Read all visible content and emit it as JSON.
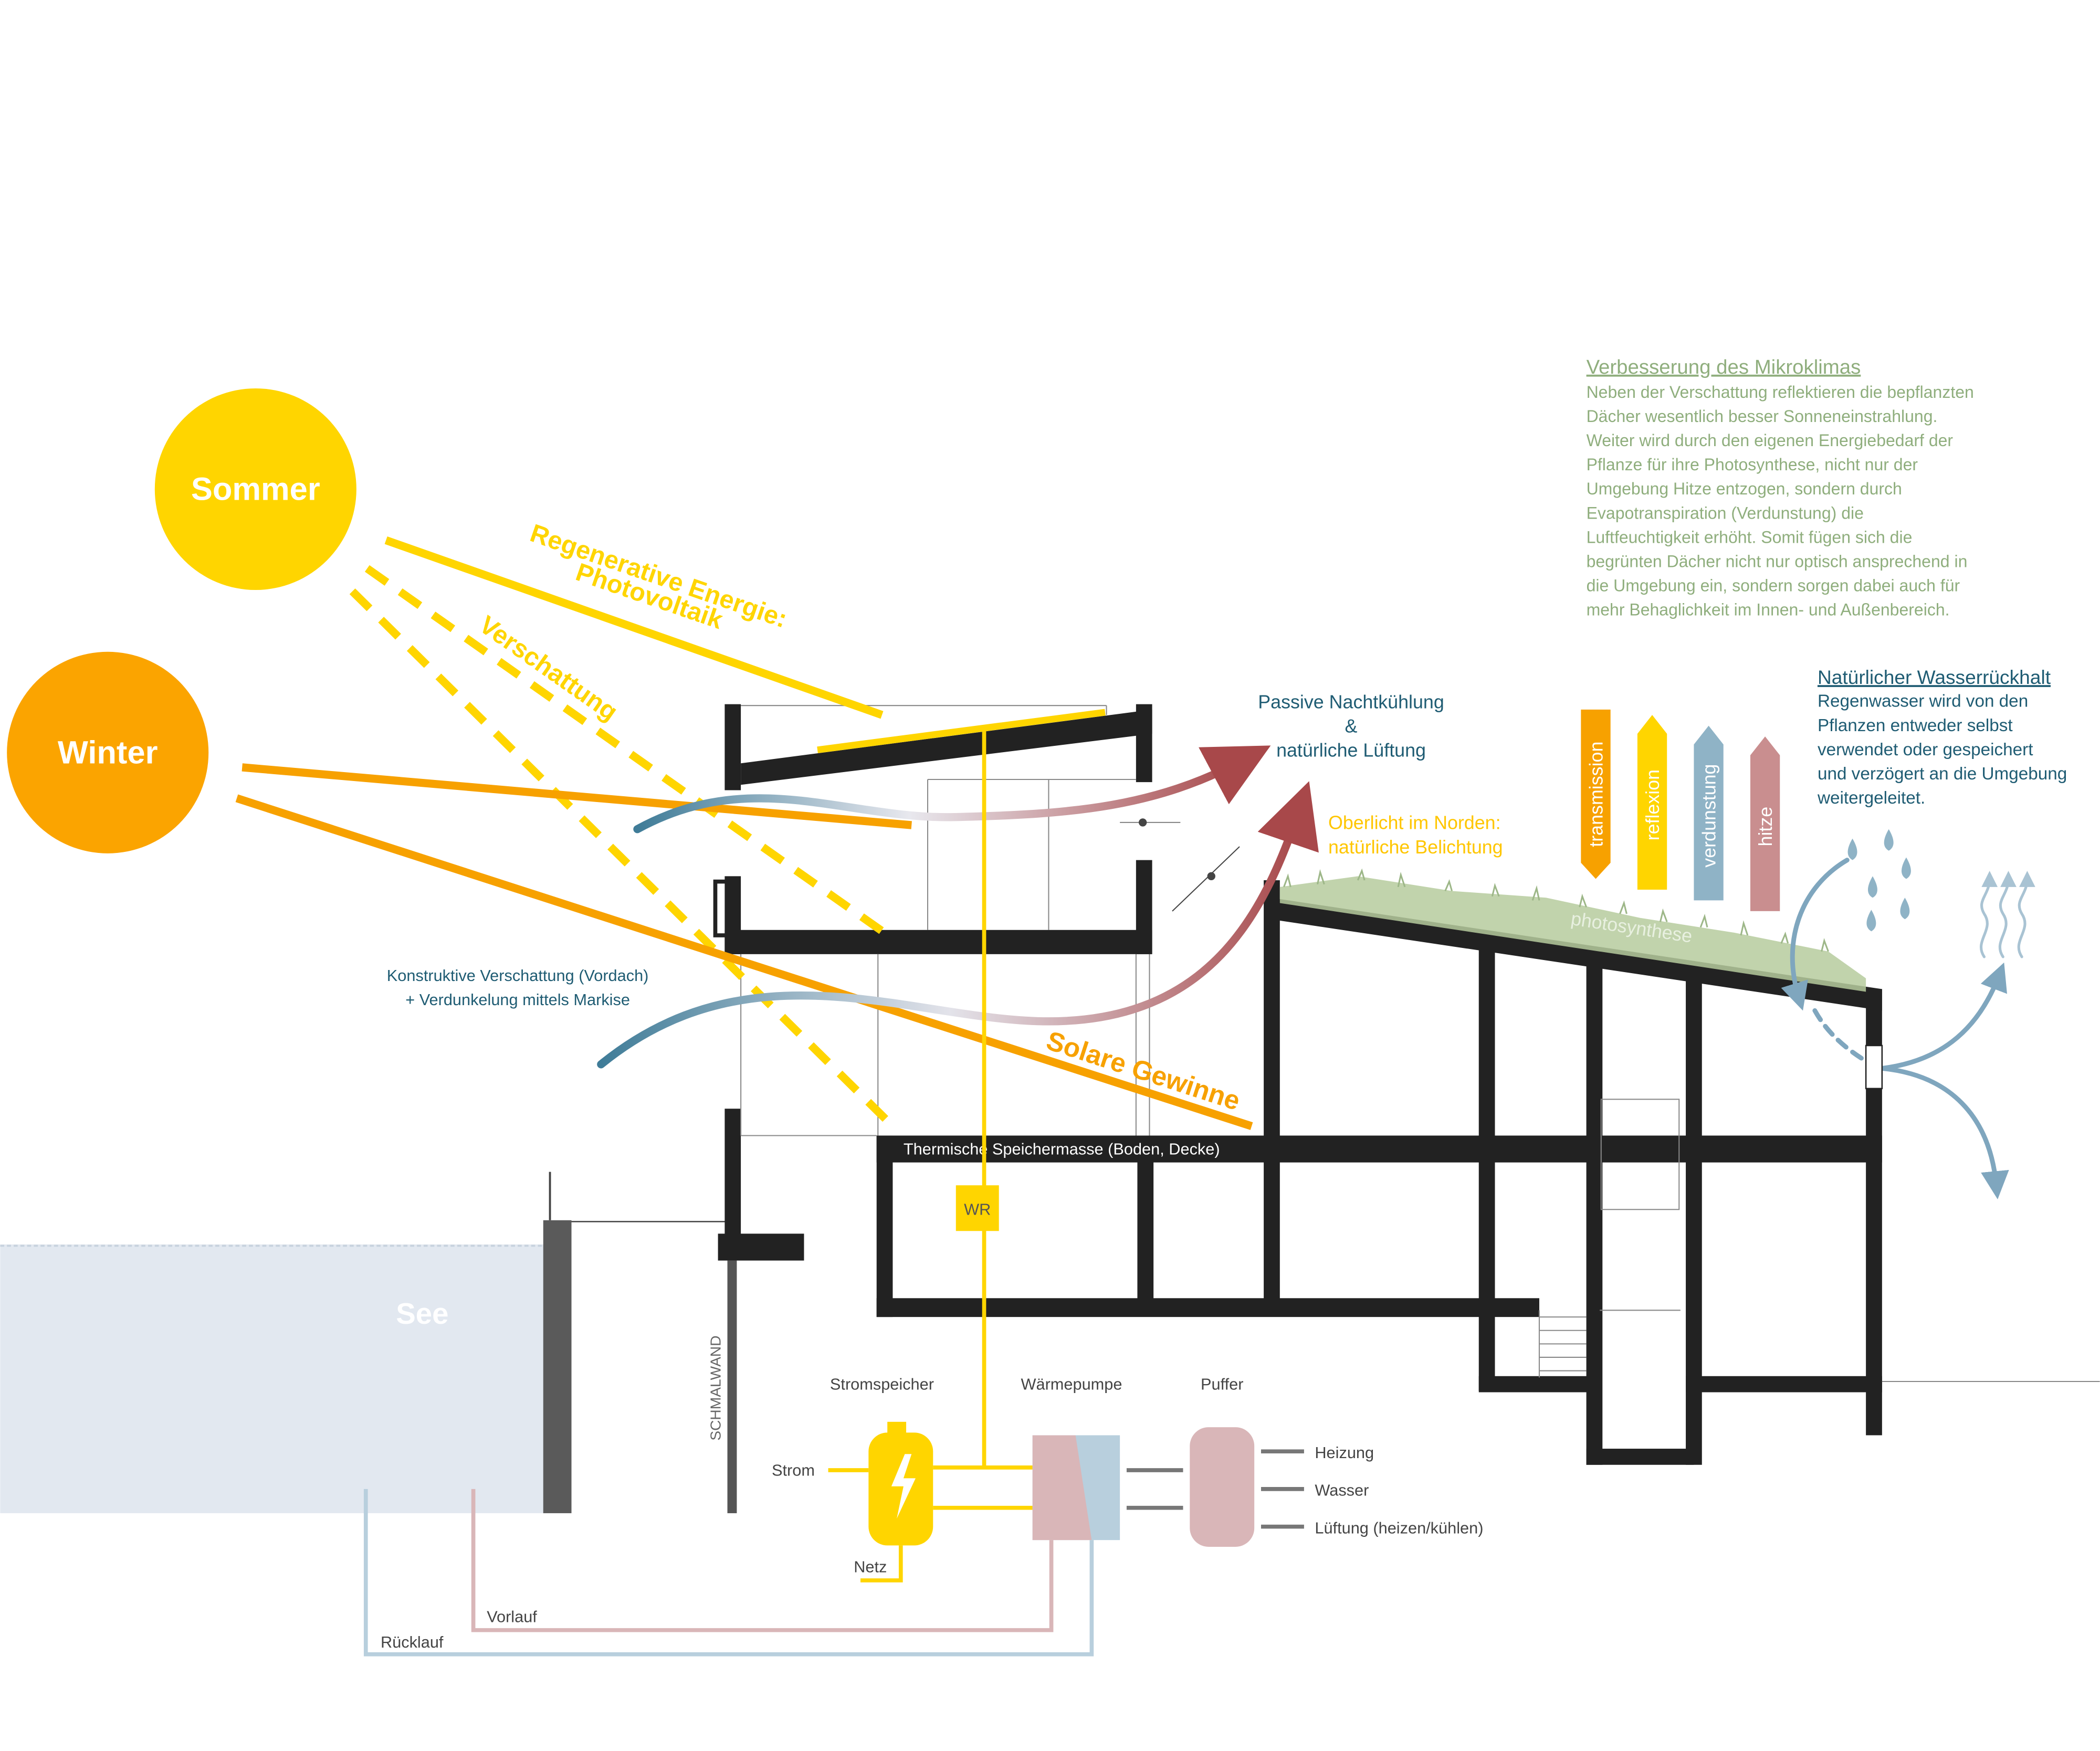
{
  "colors": {
    "sun_summer": "#FFD500",
    "sun_winter": "#FBA400",
    "ray_yellow": "#FFD500",
    "ray_orange": "#F7A100",
    "structure": "#222222",
    "water": "#E2E8F0",
    "teal_text": "#1F5C73",
    "green_text": "#8FAE7D",
    "cool_blue": "#6E9AB3",
    "warm_red": "#A8484A",
    "pink": "#D9B6B8",
    "light_blue": "#B8CFDD",
    "grey": "#555555",
    "grass": "#B6CB9E"
  },
  "suns": {
    "summer": "Sommer",
    "winter": "Winter"
  },
  "rays": {
    "pv_line1": "Regenerative Energie:",
    "pv_line2": "Photovoltaik",
    "shading": "Verschattung",
    "solar_gains": "Solare Gewinne"
  },
  "labels": {
    "night_cooling_1": "Passive Nachtkühlung",
    "night_cooling_amp": "&",
    "night_cooling_2": "natürliche Lüftung",
    "skylight_1": "Oberlicht im Norden:",
    "skylight_2": "natürliche Belichtung",
    "canopy_1": "Konstruktive Verschattung (Vordach)",
    "canopy_2": "+ Verdunkelung mittels Markise",
    "thermal_mass": "Thermische Speichermasse (Boden, Decke)",
    "inverter": "WR",
    "lake": "See",
    "sheet_pile": "SCHMALWAND",
    "photosynthesis": "photosynthese"
  },
  "microclimate": {
    "title": "Verbesserung des Mikroklimas",
    "lines": [
      "Neben der Verschattung reflektieren die bepflanzten",
      "Dächer wesentlich besser Sonneneinstrahlung.",
      "Weiter wird durch den eigenen Energiebedarf der",
      "Pflanze für ihre Photosynthese, nicht nur der",
      "Umgebung Hitze entzogen, sondern durch",
      "Evapotranspiration (Verdunstung) die",
      "Luftfeuchtigkeit erhöht. Somit fügen sich die",
      "begrünten Dächer nicht nur optisch ansprechend in",
      "die Umgebung ein, sondern sorgen dabei auch für",
      "mehr Behaglichkeit im Innen- und Außenbereich."
    ]
  },
  "water_retention": {
    "title": "Natürlicher Wasserrückhalt",
    "lines": [
      "Regenwasser wird von den",
      "Pflanzen entweder selbst",
      "verwendet oder gespeichert",
      "und verzögert an die Umgebung",
      "weitergeleitet."
    ]
  },
  "roof_arrows": [
    {
      "label": "transmission",
      "color": "#F7A100"
    },
    {
      "label": "reflexion",
      "color": "#FFD500"
    },
    {
      "label": "verdunstung",
      "color": "#8FB3C6"
    },
    {
      "label": "hitze",
      "color": "#C98E8F"
    }
  ],
  "energy_system": {
    "battery": "Stromspeicher",
    "heat_pump": "Wärmepumpe",
    "buffer": "Puffer",
    "power": "Strom",
    "grid": "Netz",
    "outputs": [
      "Heizung",
      "Wasser",
      "Lüftung (heizen/kühlen)"
    ],
    "supply": "Vorlauf",
    "return": "Rücklauf"
  }
}
